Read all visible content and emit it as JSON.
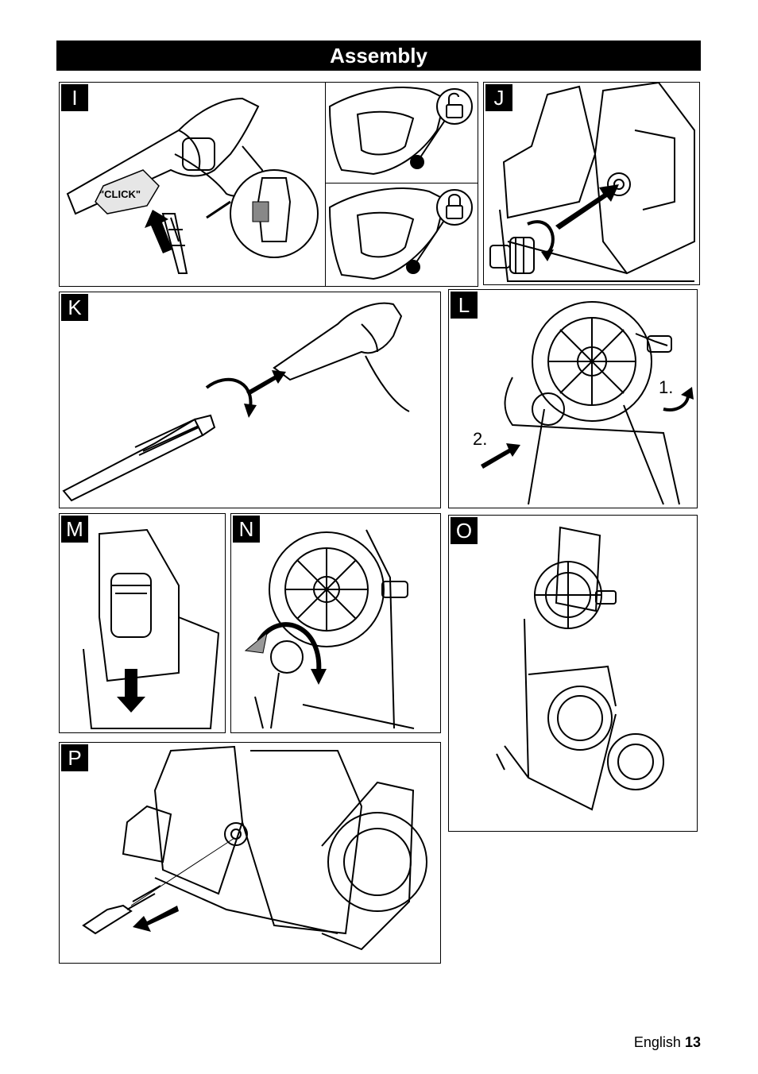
{
  "header": {
    "title": "Assembly"
  },
  "panels": {
    "i": {
      "label": "I",
      "callout": "\"CLICK\""
    },
    "j": {
      "label": "J"
    },
    "k": {
      "label": "K"
    },
    "l": {
      "label": "L",
      "step1": "1.",
      "step2": "2."
    },
    "m": {
      "label": "M"
    },
    "n": {
      "label": "N"
    },
    "o": {
      "label": "O"
    },
    "p": {
      "label": "P"
    }
  },
  "footer": {
    "language": "English",
    "page_number": "13"
  },
  "icons": [
    "unlock-icon",
    "lock-icon",
    "arrow-icon",
    "rotate-arrow-icon"
  ]
}
